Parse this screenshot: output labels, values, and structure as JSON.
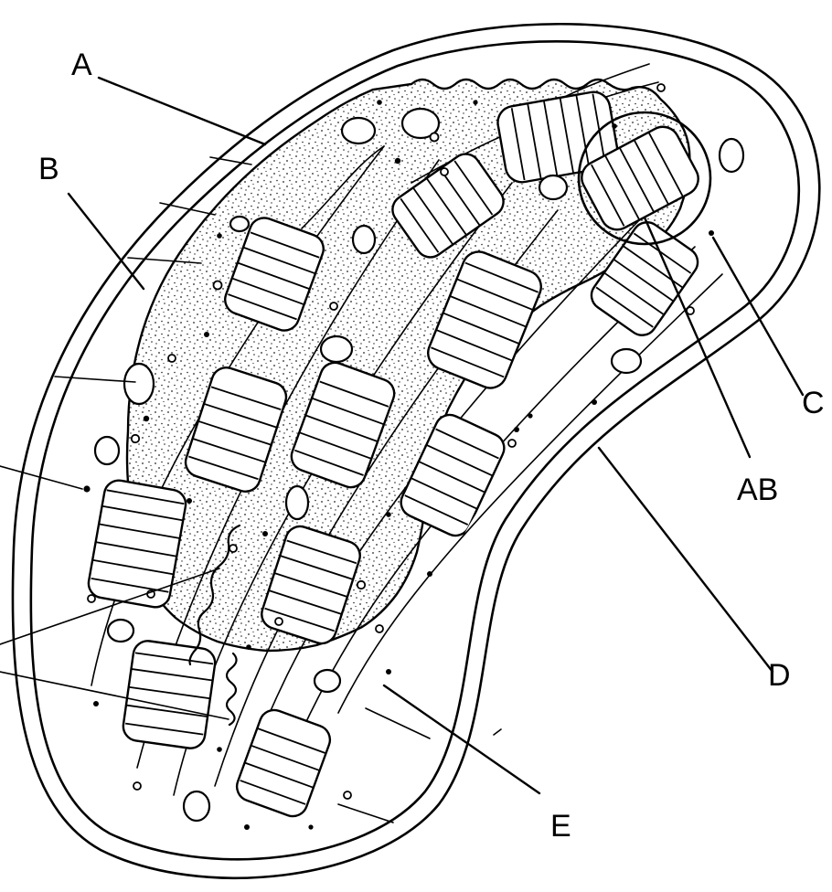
{
  "labels": {
    "a": "A",
    "b": "B",
    "c": "C",
    "ab": "AB",
    "d": "D",
    "e": "E"
  }
}
